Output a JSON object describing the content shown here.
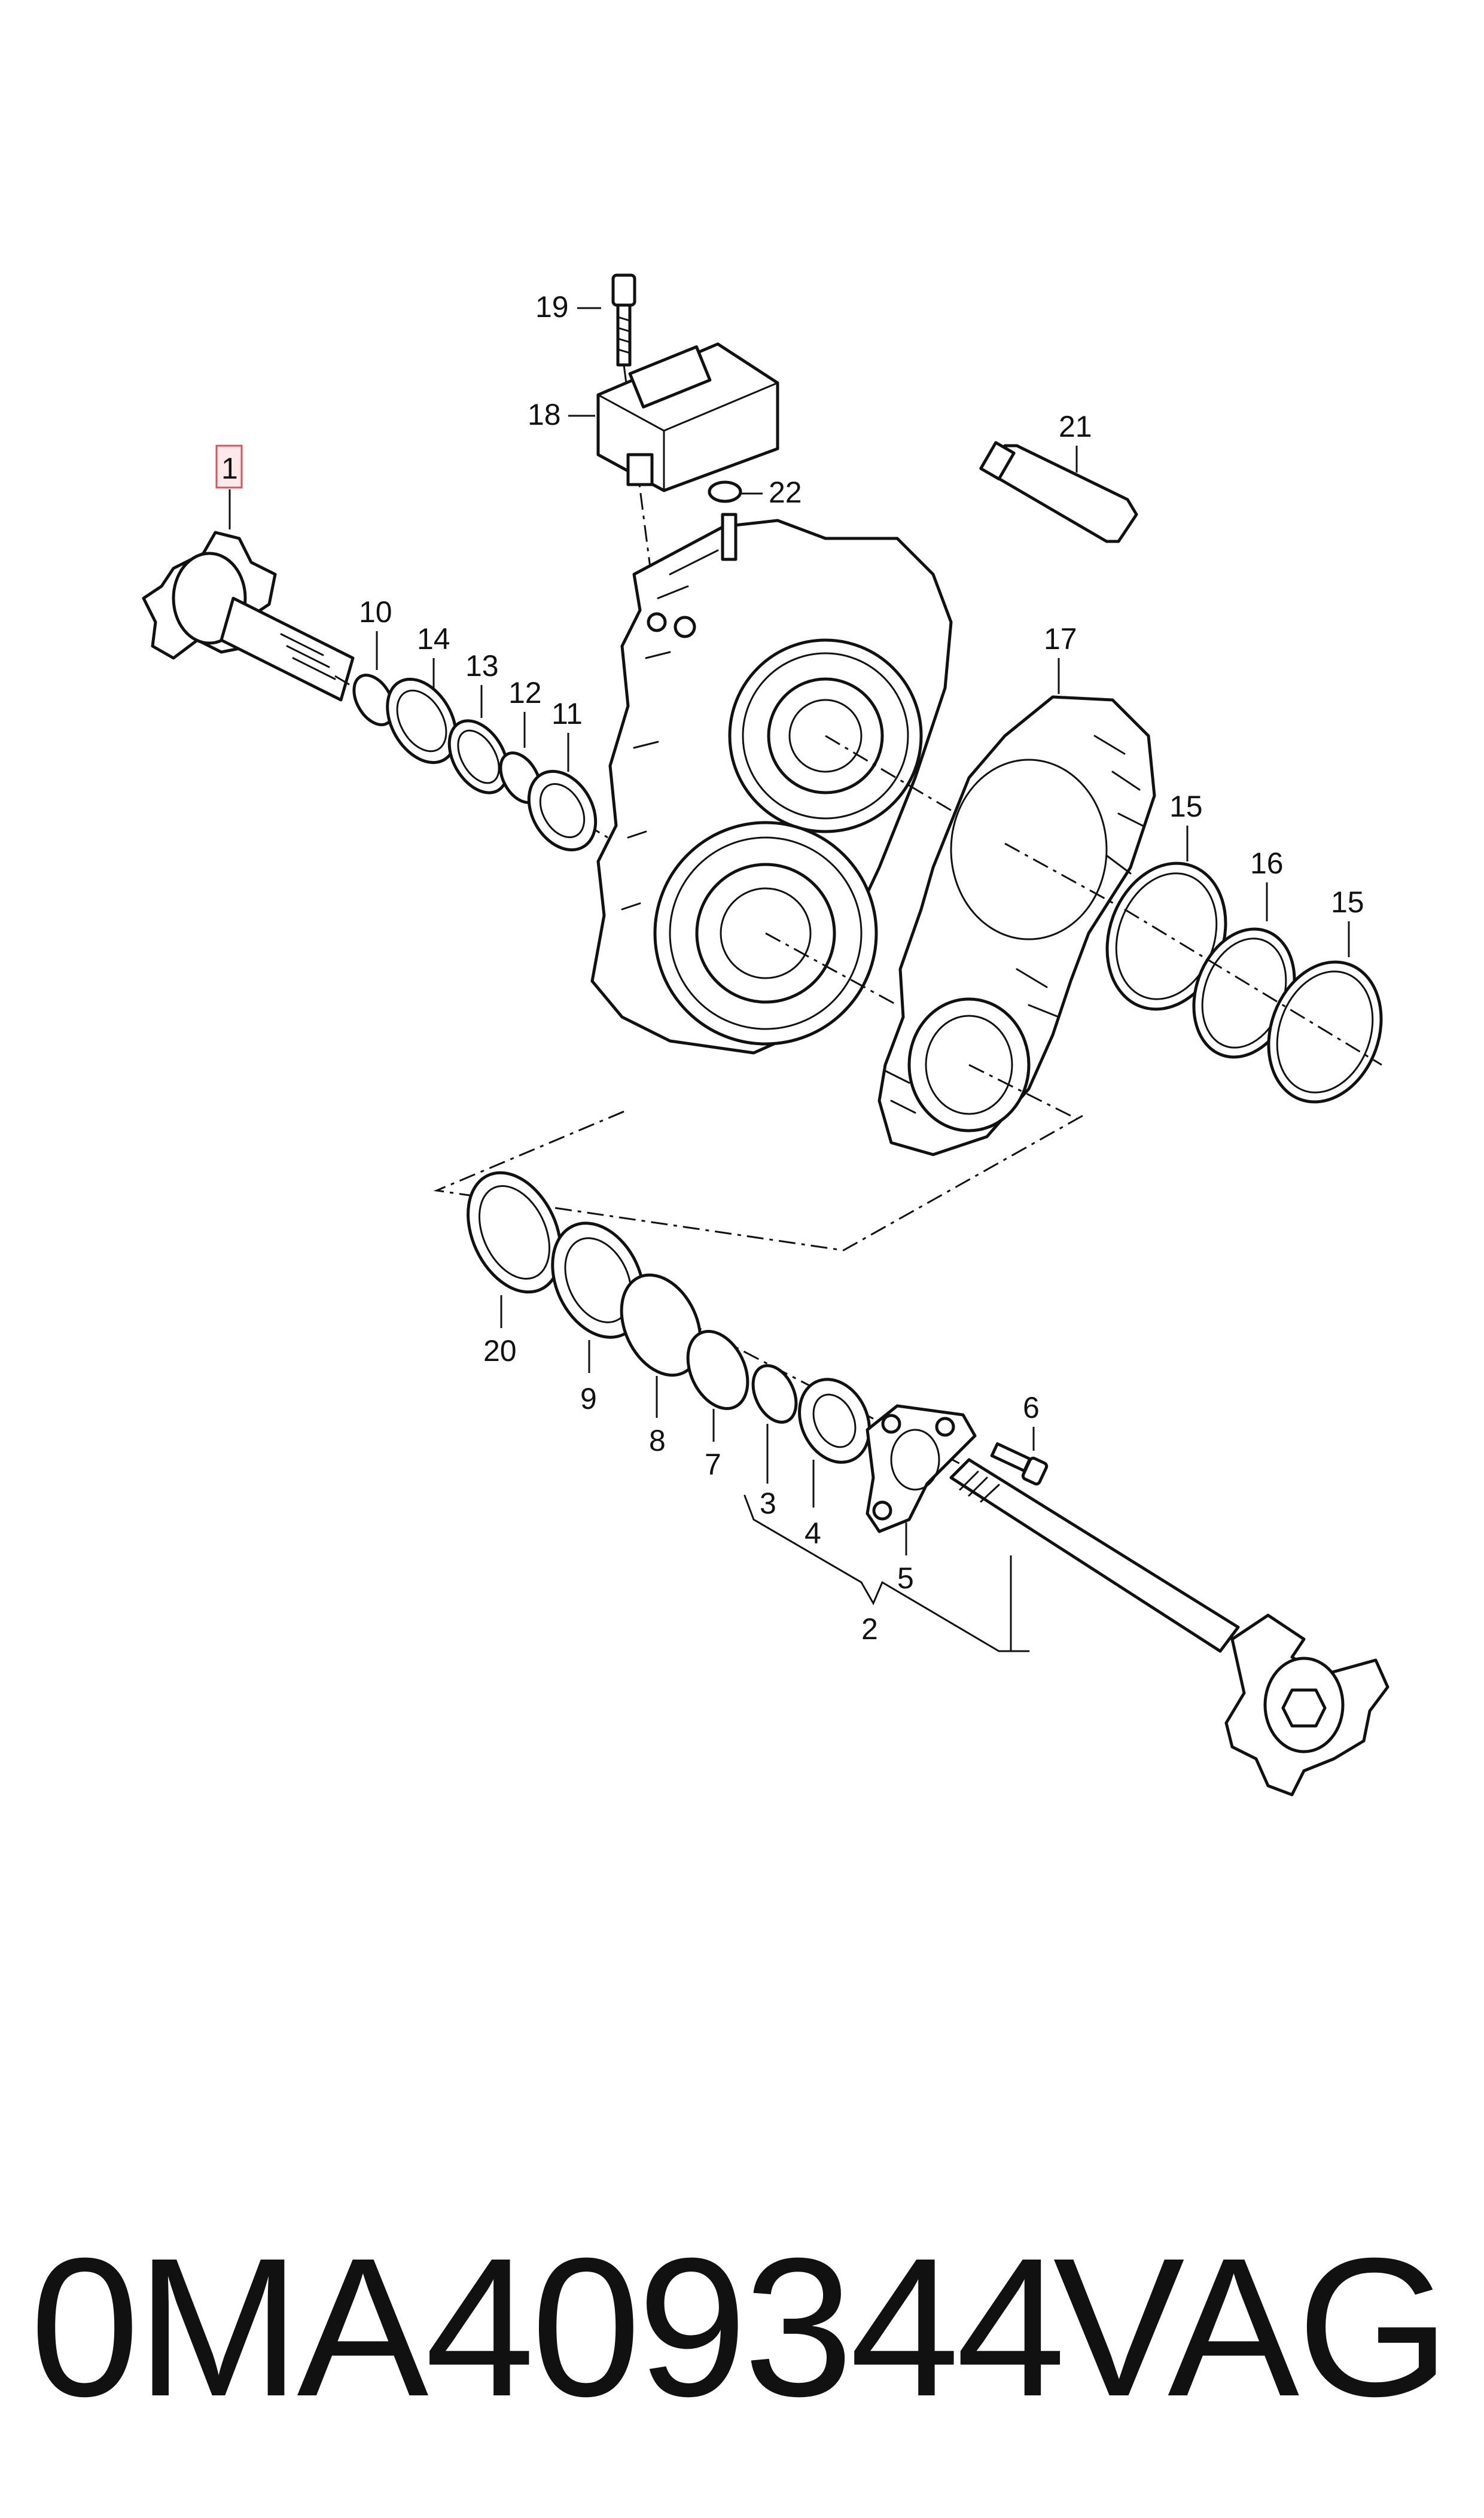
{
  "highlighted_callout": "1",
  "callouts": {
    "c1": "1",
    "c2": "2",
    "c3": "3",
    "c4": "4",
    "c5": "5",
    "c6": "6",
    "c7": "7",
    "c8": "8",
    "c9": "9",
    "c10": "10",
    "c11": "11",
    "c12": "12",
    "c13": "13",
    "c14": "14",
    "c15a": "15",
    "c15b": "15",
    "c16": "16",
    "c17": "17",
    "c18": "18",
    "c19": "19",
    "c20": "20",
    "c21": "21",
    "c22": "22"
  },
  "caption": {
    "part_number": "0MA409344",
    "brand": "VAG"
  }
}
